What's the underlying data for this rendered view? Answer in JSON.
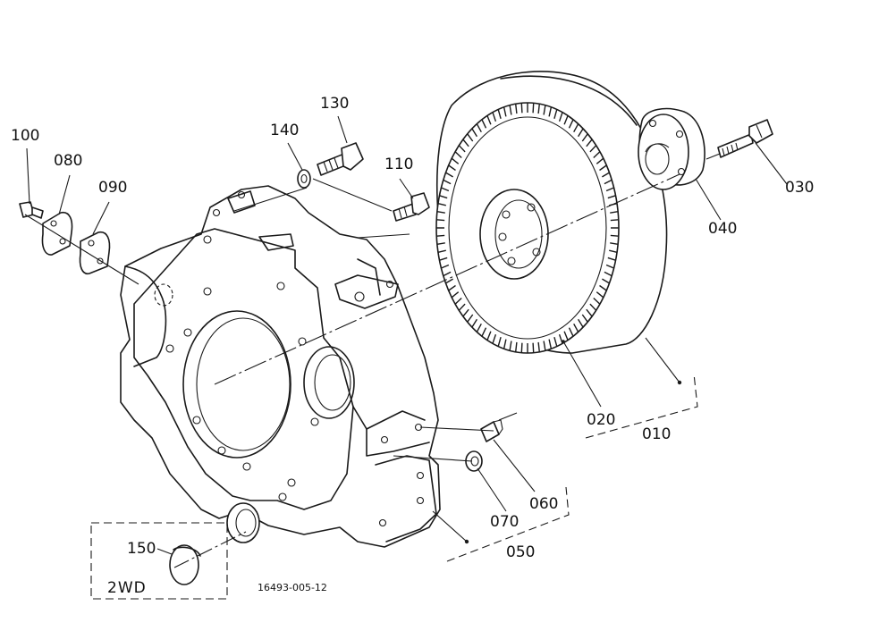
{
  "parts": [
    {
      "id": "p100",
      "label": "100"
    },
    {
      "id": "p080",
      "label": "080"
    },
    {
      "id": "p090",
      "label": "090"
    },
    {
      "id": "p140",
      "label": "140"
    },
    {
      "id": "p130",
      "label": "130"
    },
    {
      "id": "p110",
      "label": "110"
    },
    {
      "id": "p030",
      "label": "030"
    },
    {
      "id": "p040",
      "label": "040"
    },
    {
      "id": "p020",
      "label": "020"
    },
    {
      "id": "p010",
      "label": "010"
    },
    {
      "id": "p060",
      "label": "060"
    },
    {
      "id": "p070",
      "label": "070"
    },
    {
      "id": "p050",
      "label": "050"
    },
    {
      "id": "p150",
      "label": "150"
    }
  ],
  "variant_box": {
    "label": "2WD"
  },
  "drawing_code": "16493-005-12"
}
